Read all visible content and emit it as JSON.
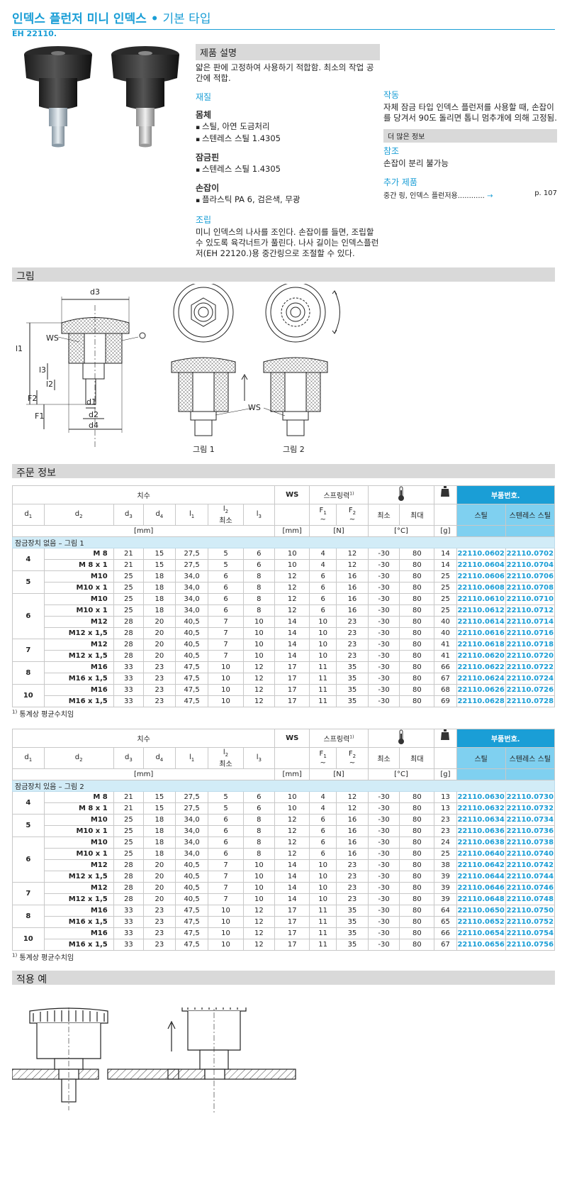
{
  "header": {
    "title_main": "인덱스 플런저 미니 인덱스",
    "title_sep": " • ",
    "title_sub": "기본 타입",
    "code": "EH 22110."
  },
  "description": {
    "heading": "제품 설명",
    "text": "얇은 판에 고정하여 사용하기 적합함. 최소의 작업 공간에 적합.",
    "material_heading": "재질",
    "body_label": "몸체",
    "body_items": [
      "스틸, 아연 도금처리",
      "스텐레스 스틸 1.4305"
    ],
    "pin_label": "잠금핀",
    "pin_items": [
      "스텐레스 스틸 1.4305"
    ],
    "knob_label": "손잡이",
    "knob_items": [
      "플라스틱 PA 6, 검은색, 무광"
    ],
    "assembly_heading": "조립",
    "assembly_text": "미니 인덱스의 나사를 조인다. 손잡이를 들면, 조립할 수 있도록 육각너트가 풀린다. 나사 길이는 인덱스플런저(EH 22120.)용 중간링으로 조절할 수 있다."
  },
  "right": {
    "operation_heading": "작동",
    "operation_text": "자체 잠금 타입 인덱스 플런저를 사용할 때, 손잡이를 당겨서 90도 돌리면 톱니 멈추개에 의해 고정됨.",
    "more_info": "더 많은 정보",
    "note_heading": "참조",
    "note_text": "손잡이 분리 불가능",
    "add_heading": "추가 제품",
    "add_text": "중간 링, 인덱스 플런저용",
    "add_dots": "............",
    "add_arrow": "→",
    "add_page": "p. 107"
  },
  "sections": {
    "figure": "그림",
    "order": "주문 정보",
    "application": "적용 예"
  },
  "drawing": {
    "labels": {
      "d3": "d3",
      "ws": "WS",
      "l1": "l1",
      "l3": "l3",
      "l2": "l2",
      "f2": "F2",
      "f1": "F1",
      "d1": "d1",
      "d2": "d2",
      "d4": "d4"
    },
    "ws_label": "WS",
    "fig1": "그림 1",
    "fig2": "그림 2"
  },
  "table_header": {
    "dims": "치수",
    "ws": "WS",
    "spring": "스프링력",
    "spring_sup": "1)",
    "part_no": "부품번호.",
    "d1": "d",
    "d1s": "1",
    "d2": "d",
    "d2s": "2",
    "d3": "d",
    "d3s": "3",
    "d4": "d",
    "d4s": "4",
    "l1": "l",
    "l1s": "1",
    "l2": "l",
    "l2s": "2",
    "l2min": "최소",
    "l3": "l",
    "l3s": "3",
    "f1": "F",
    "f1s": "1",
    "f2": "F",
    "f2s": "2",
    "tilde": "~",
    "min": "최소",
    "max": "최대",
    "steel": "스틸",
    "stainless": "스텐레스 스틸",
    "unit_mm": "[mm]",
    "unit_n": "[N]",
    "unit_c": "[°C]",
    "unit_g": "[g]"
  },
  "table1": {
    "group_label": "잠금장치 없음 – 그림 1",
    "footnote_sup": "1)",
    "footnote": "통계상 평균수치임",
    "groups": [
      {
        "d1": "4",
        "rows": [
          [
            "M 8",
            "21",
            "15",
            "27,5",
            "5",
            "6",
            "10",
            "4",
            "12",
            "-30",
            "80",
            "14",
            "22110.0602",
            "22110.0702"
          ],
          [
            "M 8 x 1",
            "21",
            "15",
            "27,5",
            "5",
            "6",
            "10",
            "4",
            "12",
            "-30",
            "80",
            "14",
            "22110.0604",
            "22110.0704"
          ]
        ]
      },
      {
        "d1": "5",
        "rows": [
          [
            "M10",
            "25",
            "18",
            "34,0",
            "6",
            "8",
            "12",
            "6",
            "16",
            "-30",
            "80",
            "25",
            "22110.0606",
            "22110.0706"
          ],
          [
            "M10 x 1",
            "25",
            "18",
            "34,0",
            "6",
            "8",
            "12",
            "6",
            "16",
            "-30",
            "80",
            "25",
            "22110.0608",
            "22110.0708"
          ]
        ]
      },
      {
        "d1": "6",
        "rows": [
          [
            "M10",
            "25",
            "18",
            "34,0",
            "6",
            "8",
            "12",
            "6",
            "16",
            "-30",
            "80",
            "25",
            "22110.0610",
            "22110.0710"
          ],
          [
            "M10 x 1",
            "25",
            "18",
            "34,0",
            "6",
            "8",
            "12",
            "6",
            "16",
            "-30",
            "80",
            "25",
            "22110.0612",
            "22110.0712"
          ],
          [
            "M12",
            "28",
            "20",
            "40,5",
            "7",
            "10",
            "14",
            "10",
            "23",
            "-30",
            "80",
            "40",
            "22110.0614",
            "22110.0714"
          ],
          [
            "M12 x 1,5",
            "28",
            "20",
            "40,5",
            "7",
            "10",
            "14",
            "10",
            "23",
            "-30",
            "80",
            "40",
            "22110.0616",
            "22110.0716"
          ]
        ]
      },
      {
        "d1": "7",
        "rows": [
          [
            "M12",
            "28",
            "20",
            "40,5",
            "7",
            "10",
            "14",
            "10",
            "23",
            "-30",
            "80",
            "41",
            "22110.0618",
            "22110.0718"
          ],
          [
            "M12 x 1,5",
            "28",
            "20",
            "40,5",
            "7",
            "10",
            "14",
            "10",
            "23",
            "-30",
            "80",
            "41",
            "22110.0620",
            "22110.0720"
          ]
        ]
      },
      {
        "d1": "8",
        "rows": [
          [
            "M16",
            "33",
            "23",
            "47,5",
            "10",
            "12",
            "17",
            "11",
            "35",
            "-30",
            "80",
            "66",
            "22110.0622",
            "22110.0722"
          ],
          [
            "M16 x 1,5",
            "33",
            "23",
            "47,5",
            "10",
            "12",
            "17",
            "11",
            "35",
            "-30",
            "80",
            "67",
            "22110.0624",
            "22110.0724"
          ]
        ]
      },
      {
        "d1": "10",
        "rows": [
          [
            "M16",
            "33",
            "23",
            "47,5",
            "10",
            "12",
            "17",
            "11",
            "35",
            "-30",
            "80",
            "68",
            "22110.0626",
            "22110.0726"
          ],
          [
            "M16 x 1,5",
            "33",
            "23",
            "47,5",
            "10",
            "12",
            "17",
            "11",
            "35",
            "-30",
            "80",
            "69",
            "22110.0628",
            "22110.0728"
          ]
        ]
      }
    ]
  },
  "table2": {
    "group_label": "잠금장치 있음 – 그림 2",
    "footnote_sup": "1)",
    "footnote": "통계상 평균수치임",
    "groups": [
      {
        "d1": "4",
        "rows": [
          [
            "M 8",
            "21",
            "15",
            "27,5",
            "5",
            "6",
            "10",
            "4",
            "12",
            "-30",
            "80",
            "13",
            "22110.0630",
            "22110.0730"
          ],
          [
            "M 8 x 1",
            "21",
            "15",
            "27,5",
            "5",
            "6",
            "10",
            "4",
            "12",
            "-30",
            "80",
            "13",
            "22110.0632",
            "22110.0732"
          ]
        ]
      },
      {
        "d1": "5",
        "rows": [
          [
            "M10",
            "25",
            "18",
            "34,0",
            "6",
            "8",
            "12",
            "6",
            "16",
            "-30",
            "80",
            "23",
            "22110.0634",
            "22110.0734"
          ],
          [
            "M10 x 1",
            "25",
            "18",
            "34,0",
            "6",
            "8",
            "12",
            "6",
            "16",
            "-30",
            "80",
            "23",
            "22110.0636",
            "22110.0736"
          ]
        ]
      },
      {
        "d1": "6",
        "rows": [
          [
            "M10",
            "25",
            "18",
            "34,0",
            "6",
            "8",
            "12",
            "6",
            "16",
            "-30",
            "80",
            "24",
            "22110.0638",
            "22110.0738"
          ],
          [
            "M10 x 1",
            "25",
            "18",
            "34,0",
            "6",
            "8",
            "12",
            "6",
            "16",
            "-30",
            "80",
            "25",
            "22110.0640",
            "22110.0740"
          ],
          [
            "M12",
            "28",
            "20",
            "40,5",
            "7",
            "10",
            "14",
            "10",
            "23",
            "-30",
            "80",
            "38",
            "22110.0642",
            "22110.0742"
          ],
          [
            "M12 x 1,5",
            "28",
            "20",
            "40,5",
            "7",
            "10",
            "14",
            "10",
            "23",
            "-30",
            "80",
            "39",
            "22110.0644",
            "22110.0744"
          ]
        ]
      },
      {
        "d1": "7",
        "rows": [
          [
            "M12",
            "28",
            "20",
            "40,5",
            "7",
            "10",
            "14",
            "10",
            "23",
            "-30",
            "80",
            "39",
            "22110.0646",
            "22110.0746"
          ],
          [
            "M12 x 1,5",
            "28",
            "20",
            "40,5",
            "7",
            "10",
            "14",
            "10",
            "23",
            "-30",
            "80",
            "39",
            "22110.0648",
            "22110.0748"
          ]
        ]
      },
      {
        "d1": "8",
        "rows": [
          [
            "M16",
            "33",
            "23",
            "47,5",
            "10",
            "12",
            "17",
            "11",
            "35",
            "-30",
            "80",
            "64",
            "22110.0650",
            "22110.0750"
          ],
          [
            "M16 x 1,5",
            "33",
            "23",
            "47,5",
            "10",
            "12",
            "17",
            "11",
            "35",
            "-30",
            "80",
            "65",
            "22110.0652",
            "22110.0752"
          ]
        ]
      },
      {
        "d1": "10",
        "rows": [
          [
            "M16",
            "33",
            "23",
            "47,5",
            "10",
            "12",
            "17",
            "11",
            "35",
            "-30",
            "80",
            "66",
            "22110.0654",
            "22110.0754"
          ],
          [
            "M16 x 1,5",
            "33",
            "23",
            "47,5",
            "10",
            "12",
            "17",
            "11",
            "35",
            "-30",
            "80",
            "67",
            "22110.0656",
            "22110.0756"
          ]
        ]
      }
    ]
  },
  "colors": {
    "accent": "#1a9ed6",
    "header_light_blue": "#7fd0f0",
    "group_row": "#d2ecf7",
    "band_gray": "#d9d9d9"
  },
  "icons": {
    "thermometer": "thermometer-icon",
    "weight": "weight-icon"
  }
}
